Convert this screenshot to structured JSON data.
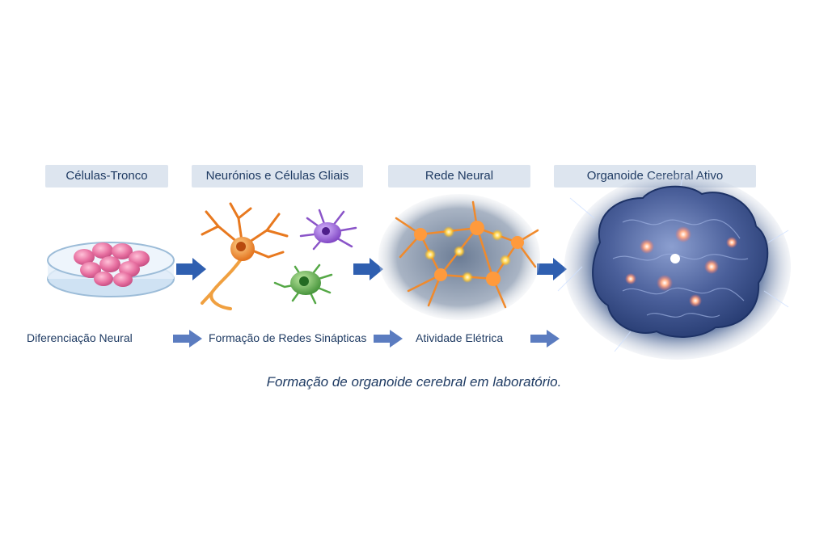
{
  "stages": [
    {
      "label": "Células-Tronco"
    },
    {
      "label": "Neurónios e Células Gliais"
    },
    {
      "label": "Rede Neural"
    },
    {
      "label": "Organoide Cerebral Ativo"
    }
  ],
  "steps": [
    {
      "label": "Diferenciação Neural"
    },
    {
      "label": "Formação de Redes Sinápticas"
    },
    {
      "label": "Atividade Elétrica"
    }
  ],
  "caption": "Formação de organoide cerebral em laboratório.",
  "colors": {
    "label_bg": "#dde5ef",
    "text": "#1f3b63",
    "arrow": "#2f5fb0",
    "stem_cell": "#e76fa0",
    "neuron": "#f08a2c",
    "glia_purple": "#8a54c8",
    "glia_green": "#55a846",
    "brain": "#2e4f8f"
  }
}
